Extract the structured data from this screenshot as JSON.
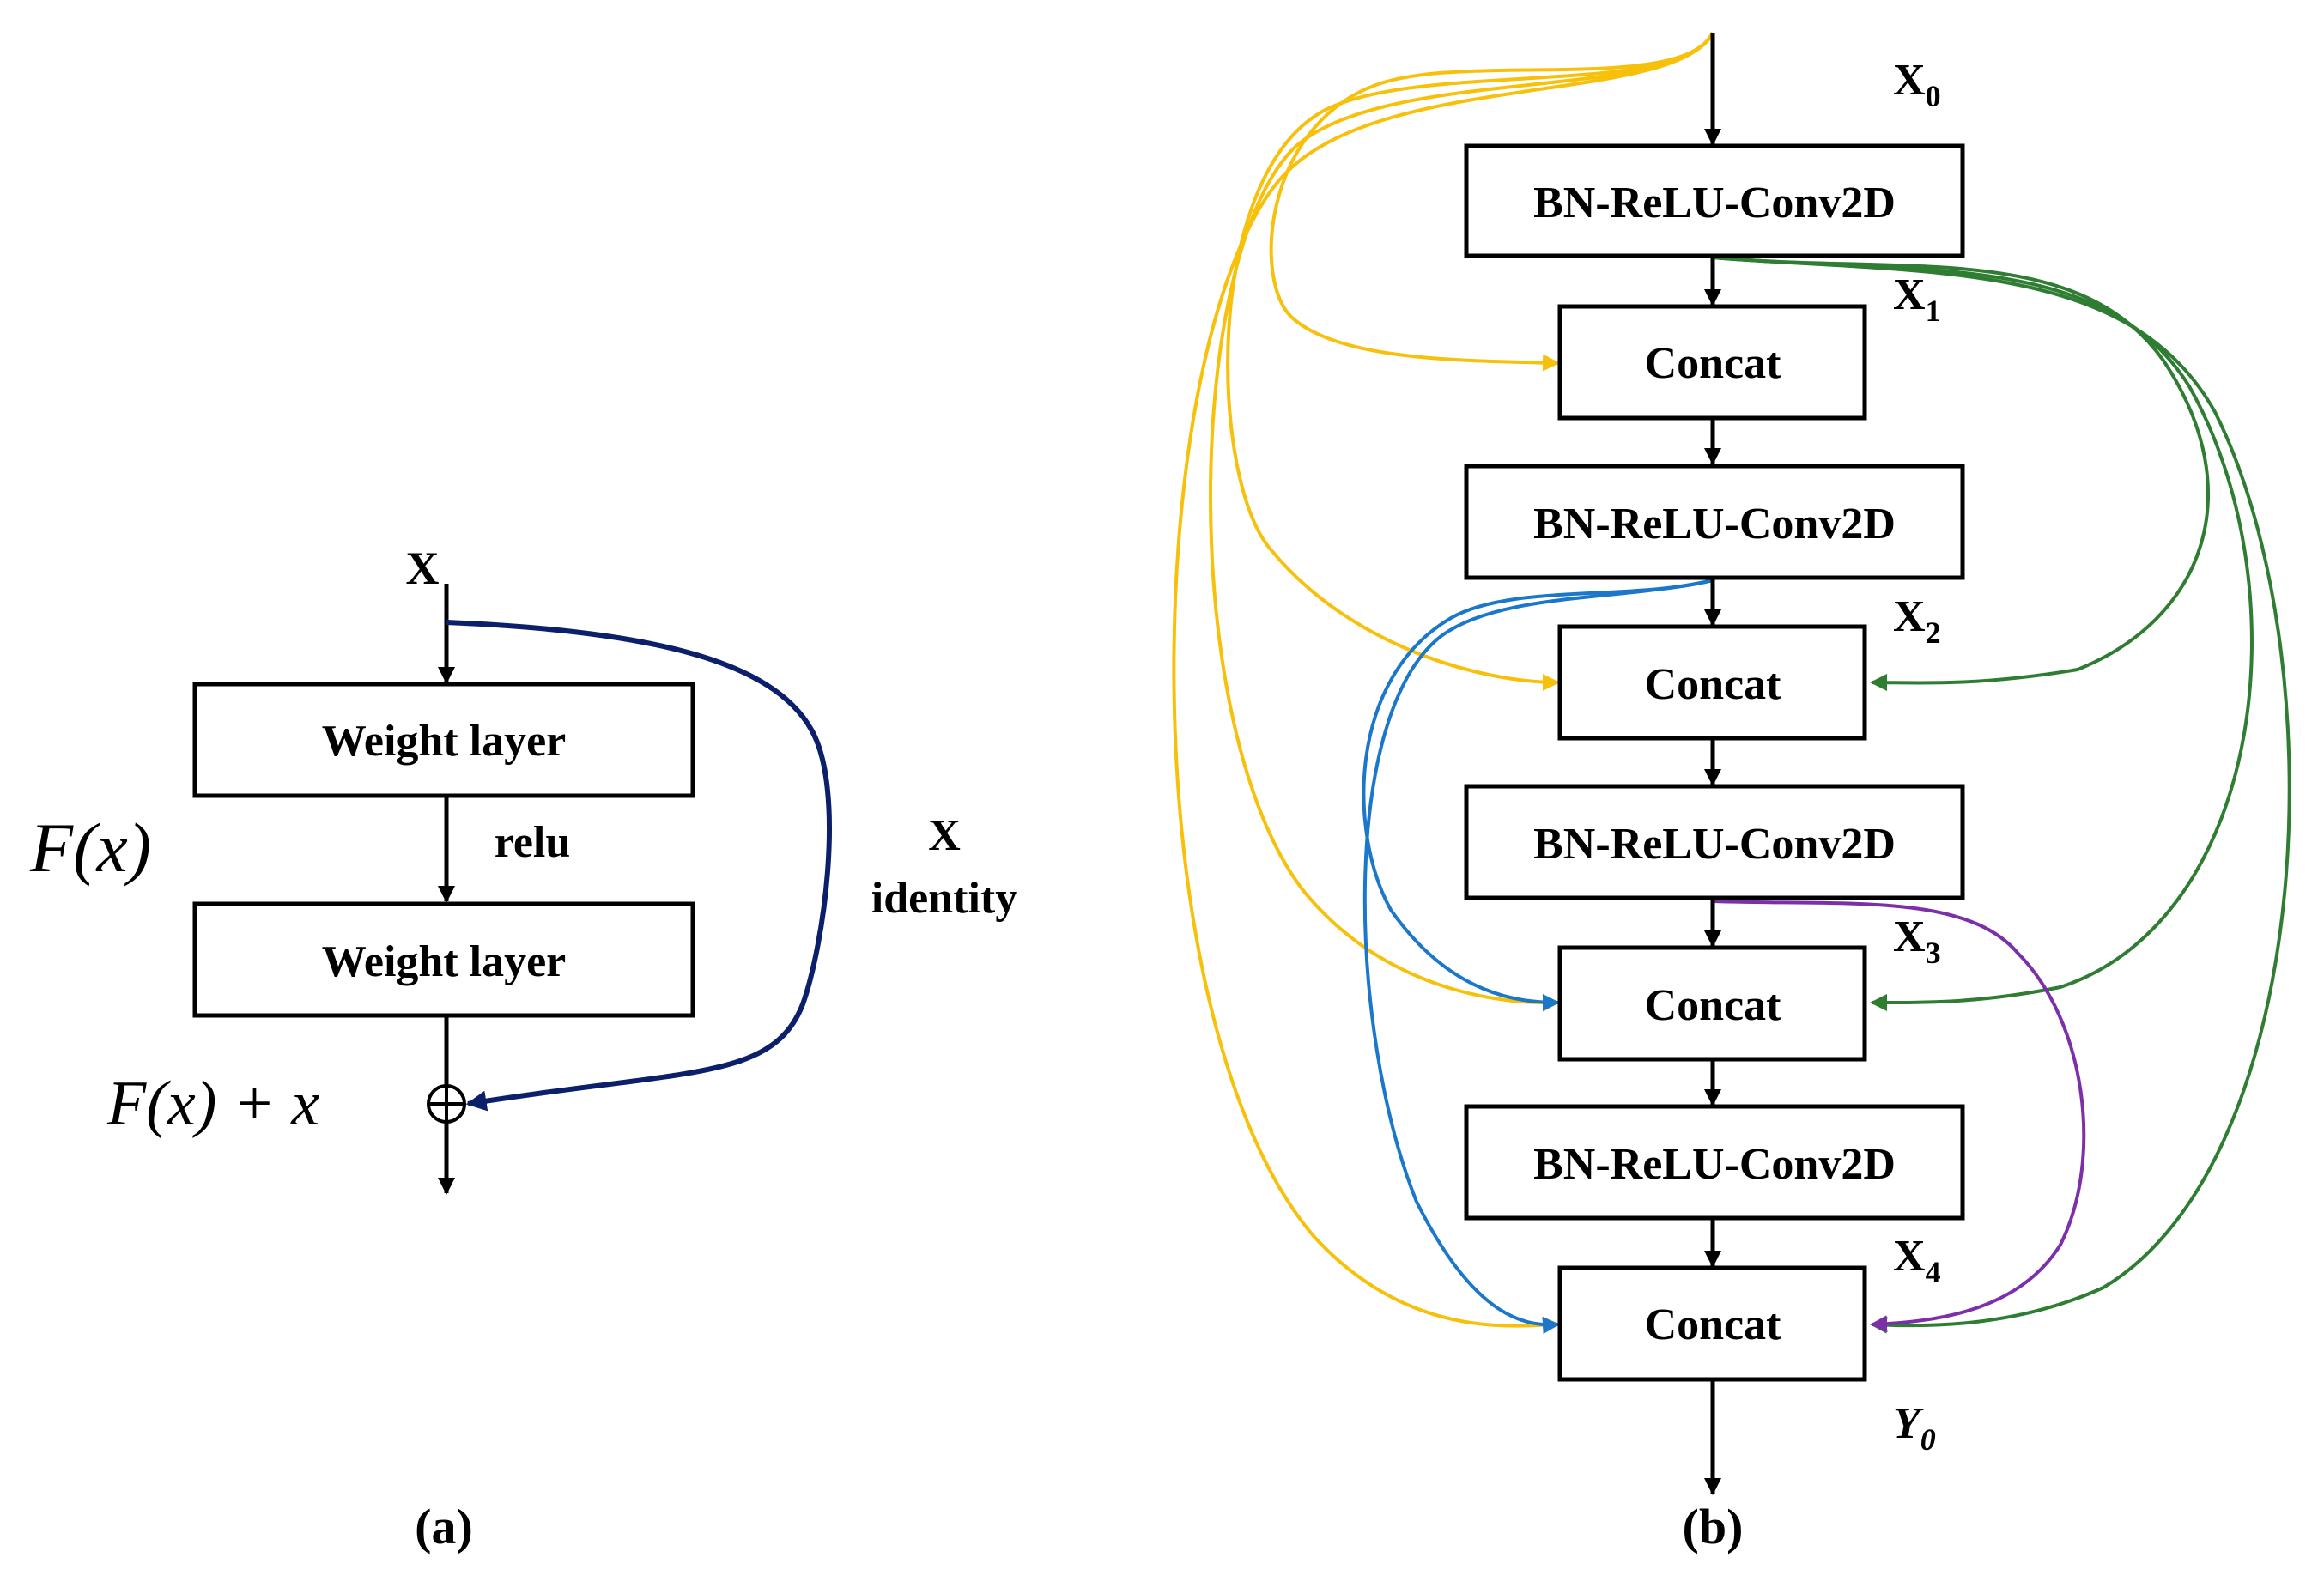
{
  "colors": {
    "yellow": "#f7c00a",
    "green": "#2e7d32",
    "blue": "#1a77c9",
    "purple": "#7b2fa8",
    "navy": "#0c1f6b"
  },
  "a": {
    "input_label": "X",
    "weight_layer_1": "Weight layer",
    "relu_label": "relu",
    "weight_layer_2": "Weight layer",
    "fx_label": "F(x)",
    "sum_label": "F(x) + x",
    "skip_x_label": "X",
    "identity_label": "identity",
    "caption": "(a)"
  },
  "b": {
    "x0_label": "X",
    "x0_sub": "0",
    "x1_label": "X",
    "x1_sub": "1",
    "x2_label": "X",
    "x2_sub": "2",
    "x3_label": "X",
    "x3_sub": "3",
    "x4_label": "X",
    "x4_sub": "4",
    "y0_label": "Y",
    "y0_sub": "0",
    "conv_1": "BN-ReLU-Conv2D",
    "concat_1": "Concat",
    "conv_2": "BN-ReLU-Conv2D",
    "concat_2": "Concat",
    "conv_3": "BN-ReLU-Conv2D",
    "concat_3": "Concat",
    "conv_4": "BN-ReLU-Conv2D",
    "concat_4": "Concat",
    "caption": "(b)"
  }
}
